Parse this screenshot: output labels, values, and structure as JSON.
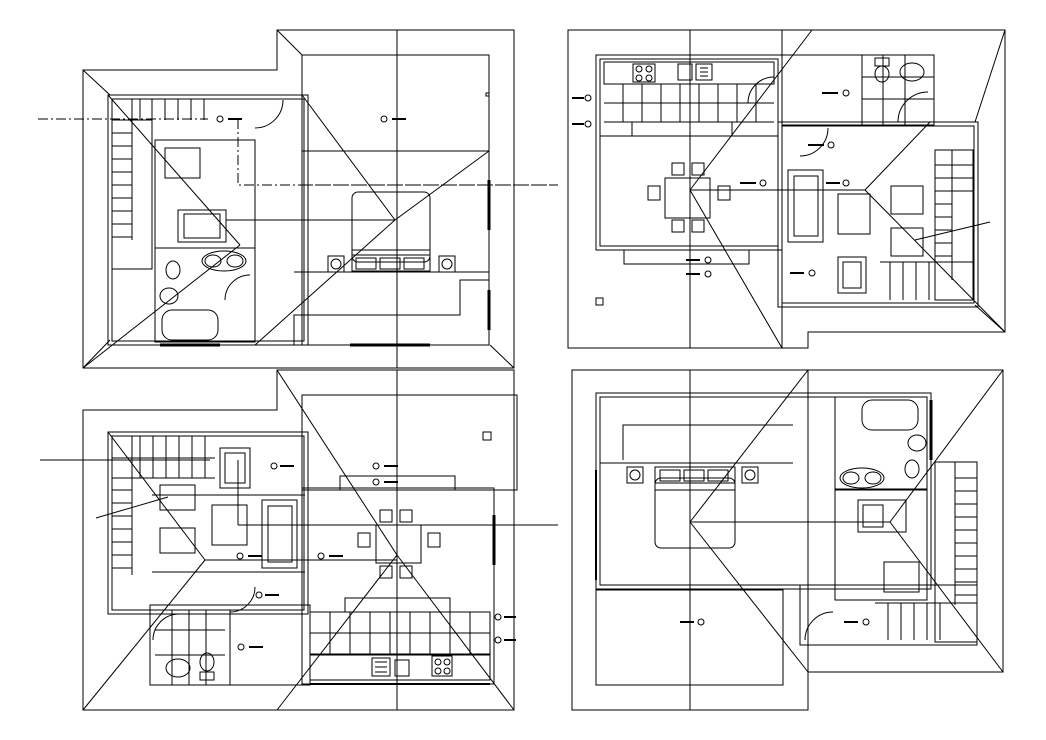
{
  "drawing": {
    "line_color": "#000000",
    "background": "#ffffff",
    "plans": [
      {
        "name": "upper-floor-plan-left",
        "orientation": "left"
      },
      {
        "name": "upper-floor-plan-right",
        "orientation": "right"
      },
      {
        "name": "ground-floor-plan-left",
        "orientation": "left"
      },
      {
        "name": "ground-floor-plan-right",
        "orientation": "right"
      }
    ],
    "symbols": [
      "light-fixture-symbol",
      "section-cut-line",
      "stair-arrow",
      "door-swing",
      "roof-hip-line"
    ]
  }
}
